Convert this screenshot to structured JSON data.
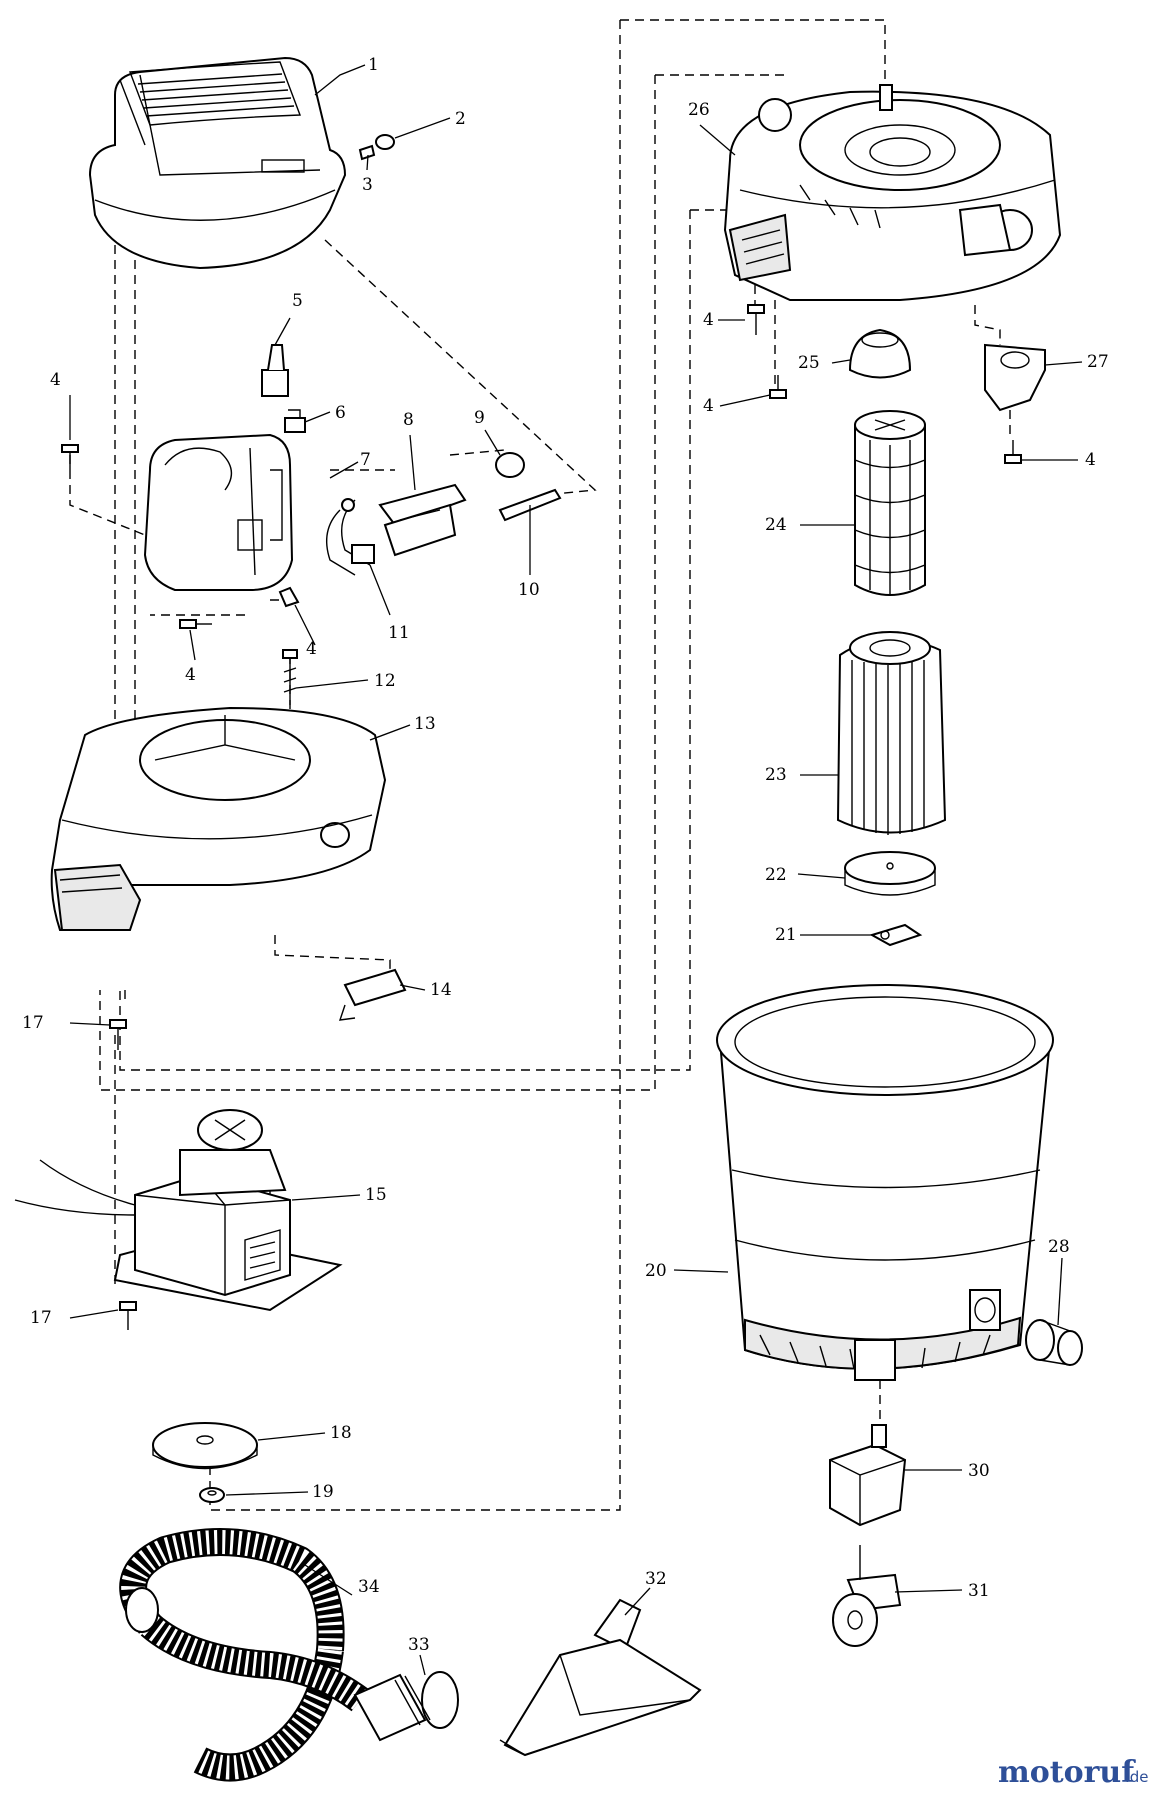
{
  "labels": {
    "p1": "1",
    "p2": "2",
    "p3": "3",
    "p4a": "4",
    "p4b": "4",
    "p4c": "4",
    "p4d": "4",
    "p4e": "4",
    "p4f": "4",
    "p5": "5",
    "p6": "6",
    "p7": "7",
    "p8": "8",
    "p9": "9",
    "p10": "10",
    "p11": "11",
    "p12": "12",
    "p13": "13",
    "p14": "14",
    "p15": "15",
    "p17a": "17",
    "p17b": "17",
    "p18": "18",
    "p19": "19",
    "p20": "20",
    "p21": "21",
    "p22": "22",
    "p23": "23",
    "p24": "24",
    "p25": "25",
    "p26": "26",
    "p27": "27",
    "p28": "28",
    "p30": "30",
    "p31": "31",
    "p32": "32",
    "p33": "33",
    "p34": "34"
  },
  "watermark": {
    "brand": "motoruf",
    "suffix": ".de",
    "color": "#2e4f98"
  }
}
